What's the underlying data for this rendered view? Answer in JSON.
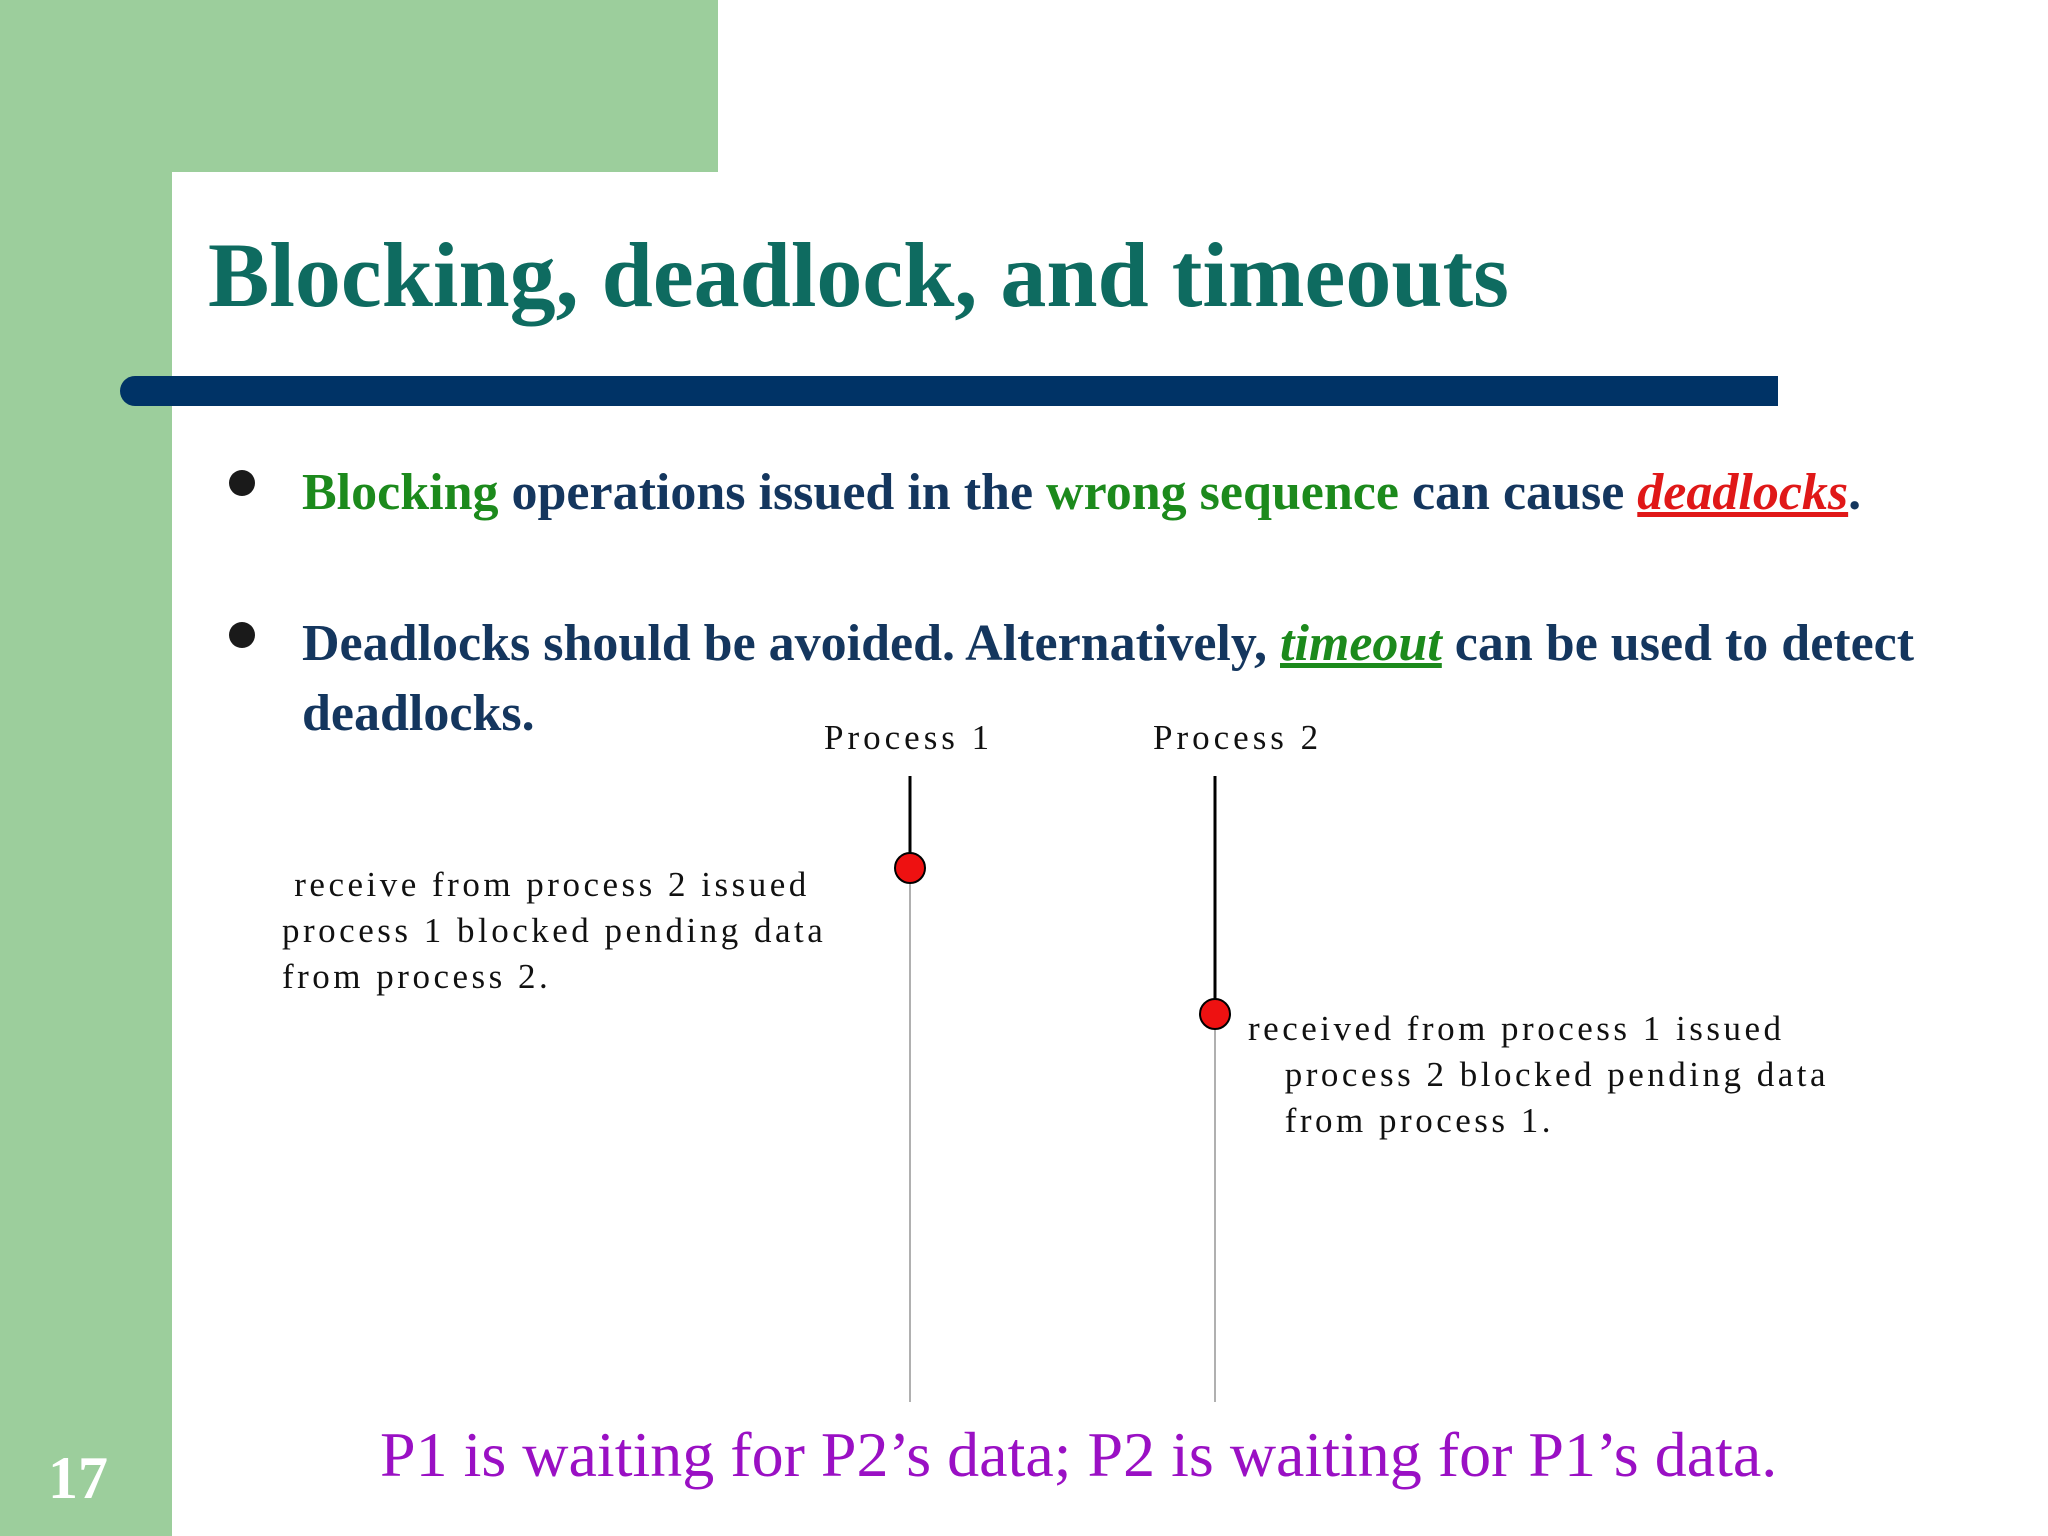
{
  "slide": {
    "title": "Blocking, deadlock, and timeouts",
    "number": "17",
    "colors": {
      "title": "#0e6b60",
      "body": "#14365e",
      "highlight_green": "#1c8a1c",
      "highlight_red": "#e01818",
      "footer": "#9a10c4",
      "sidebar": "#9cce9c",
      "rule": "#003366"
    }
  },
  "bullets": [
    {
      "parts": [
        {
          "text": "Blocking",
          "style": "green"
        },
        {
          "text": " operations issued in the ",
          "style": "normal"
        },
        {
          "text": "wrong sequence",
          "style": "green"
        },
        {
          "text": " can cause ",
          "style": "normal"
        },
        {
          "text": "deadlocks",
          "style": "red-underline"
        },
        {
          "text": ".",
          "style": "normal"
        }
      ]
    },
    {
      "parts": [
        {
          "text": "Deadlocks should be avoided.  Alternatively, ",
          "style": "normal"
        },
        {
          "text": "timeout",
          "style": "green-underline"
        },
        {
          "text": " can be used to detect deadlocks.",
          "style": "normal"
        }
      ]
    }
  ],
  "diagram": {
    "process1_label": "Process 1",
    "process2_label": "Process 2",
    "note1": [
      " receive from process 2 issued",
      "process 1 blocked pending data",
      "from process 2."
    ],
    "note2": [
      "received from process 1 issued",
      "   process 2 blocked pending data",
      "   from process 1."
    ]
  },
  "footer": "P1 is waiting for P2’s data; P2 is waiting for P1’s data."
}
